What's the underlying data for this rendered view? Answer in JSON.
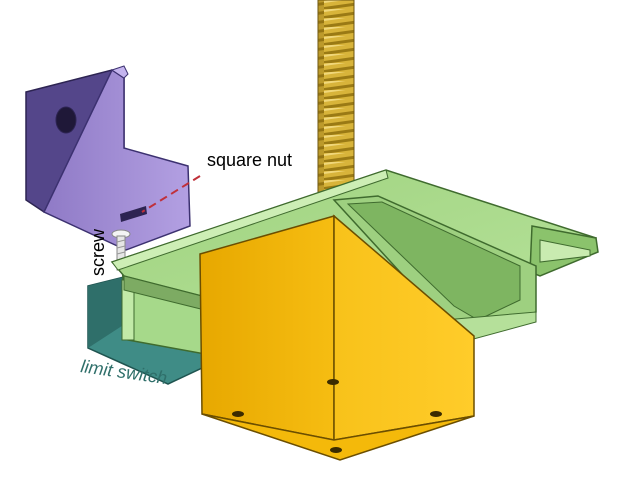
{
  "labels": {
    "square_nut": "square nut",
    "screw": "screw",
    "limit_switch": "limit switch"
  },
  "colors": {
    "background": "#ffffff",
    "bracket_purple": "#a58fd6",
    "bracket_purple_dark": "#5e4f8f",
    "bracket_green": "#a9d88c",
    "bracket_green_dark": "#6fa85a",
    "stepper_yellow": "#f2b400",
    "stepper_yellow_dark": "#d99a00",
    "lead_screw_gold": "#c9a227",
    "limit_switch_teal": "#3f8c86",
    "leader_line_red": "#c0303a",
    "label_text": "#000000",
    "limit_switch_label_text": "#2f6f6a"
  }
}
